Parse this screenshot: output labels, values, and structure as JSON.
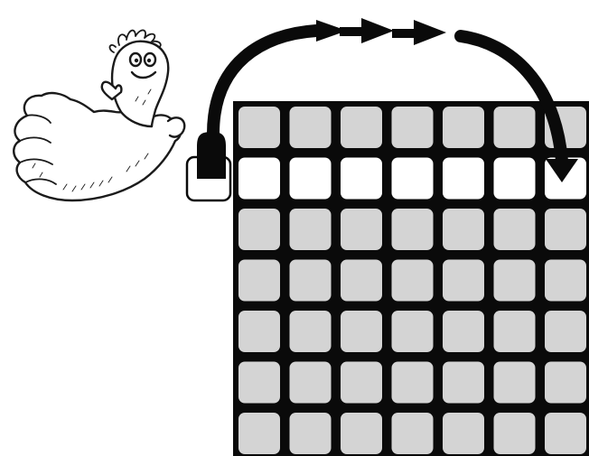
{
  "board": {
    "rows": 7,
    "columns": 7,
    "highlighted_row": 2,
    "background_color": "#0a0a0a",
    "cell_color": "#d4d4d4",
    "highlighted_cell_color": "#ffffff"
  },
  "outside_cell": {
    "color": "#ffffff",
    "plug_color": "#0a0a0a"
  },
  "arrow": {
    "color": "#0a0a0a",
    "icon": "curved-arrow-icon",
    "chevrons": 3
  },
  "character": {
    "icon": "cartoon-thumbs-up-character",
    "outline_color": "#1a1a1a",
    "fill_color": "#ffffff"
  }
}
